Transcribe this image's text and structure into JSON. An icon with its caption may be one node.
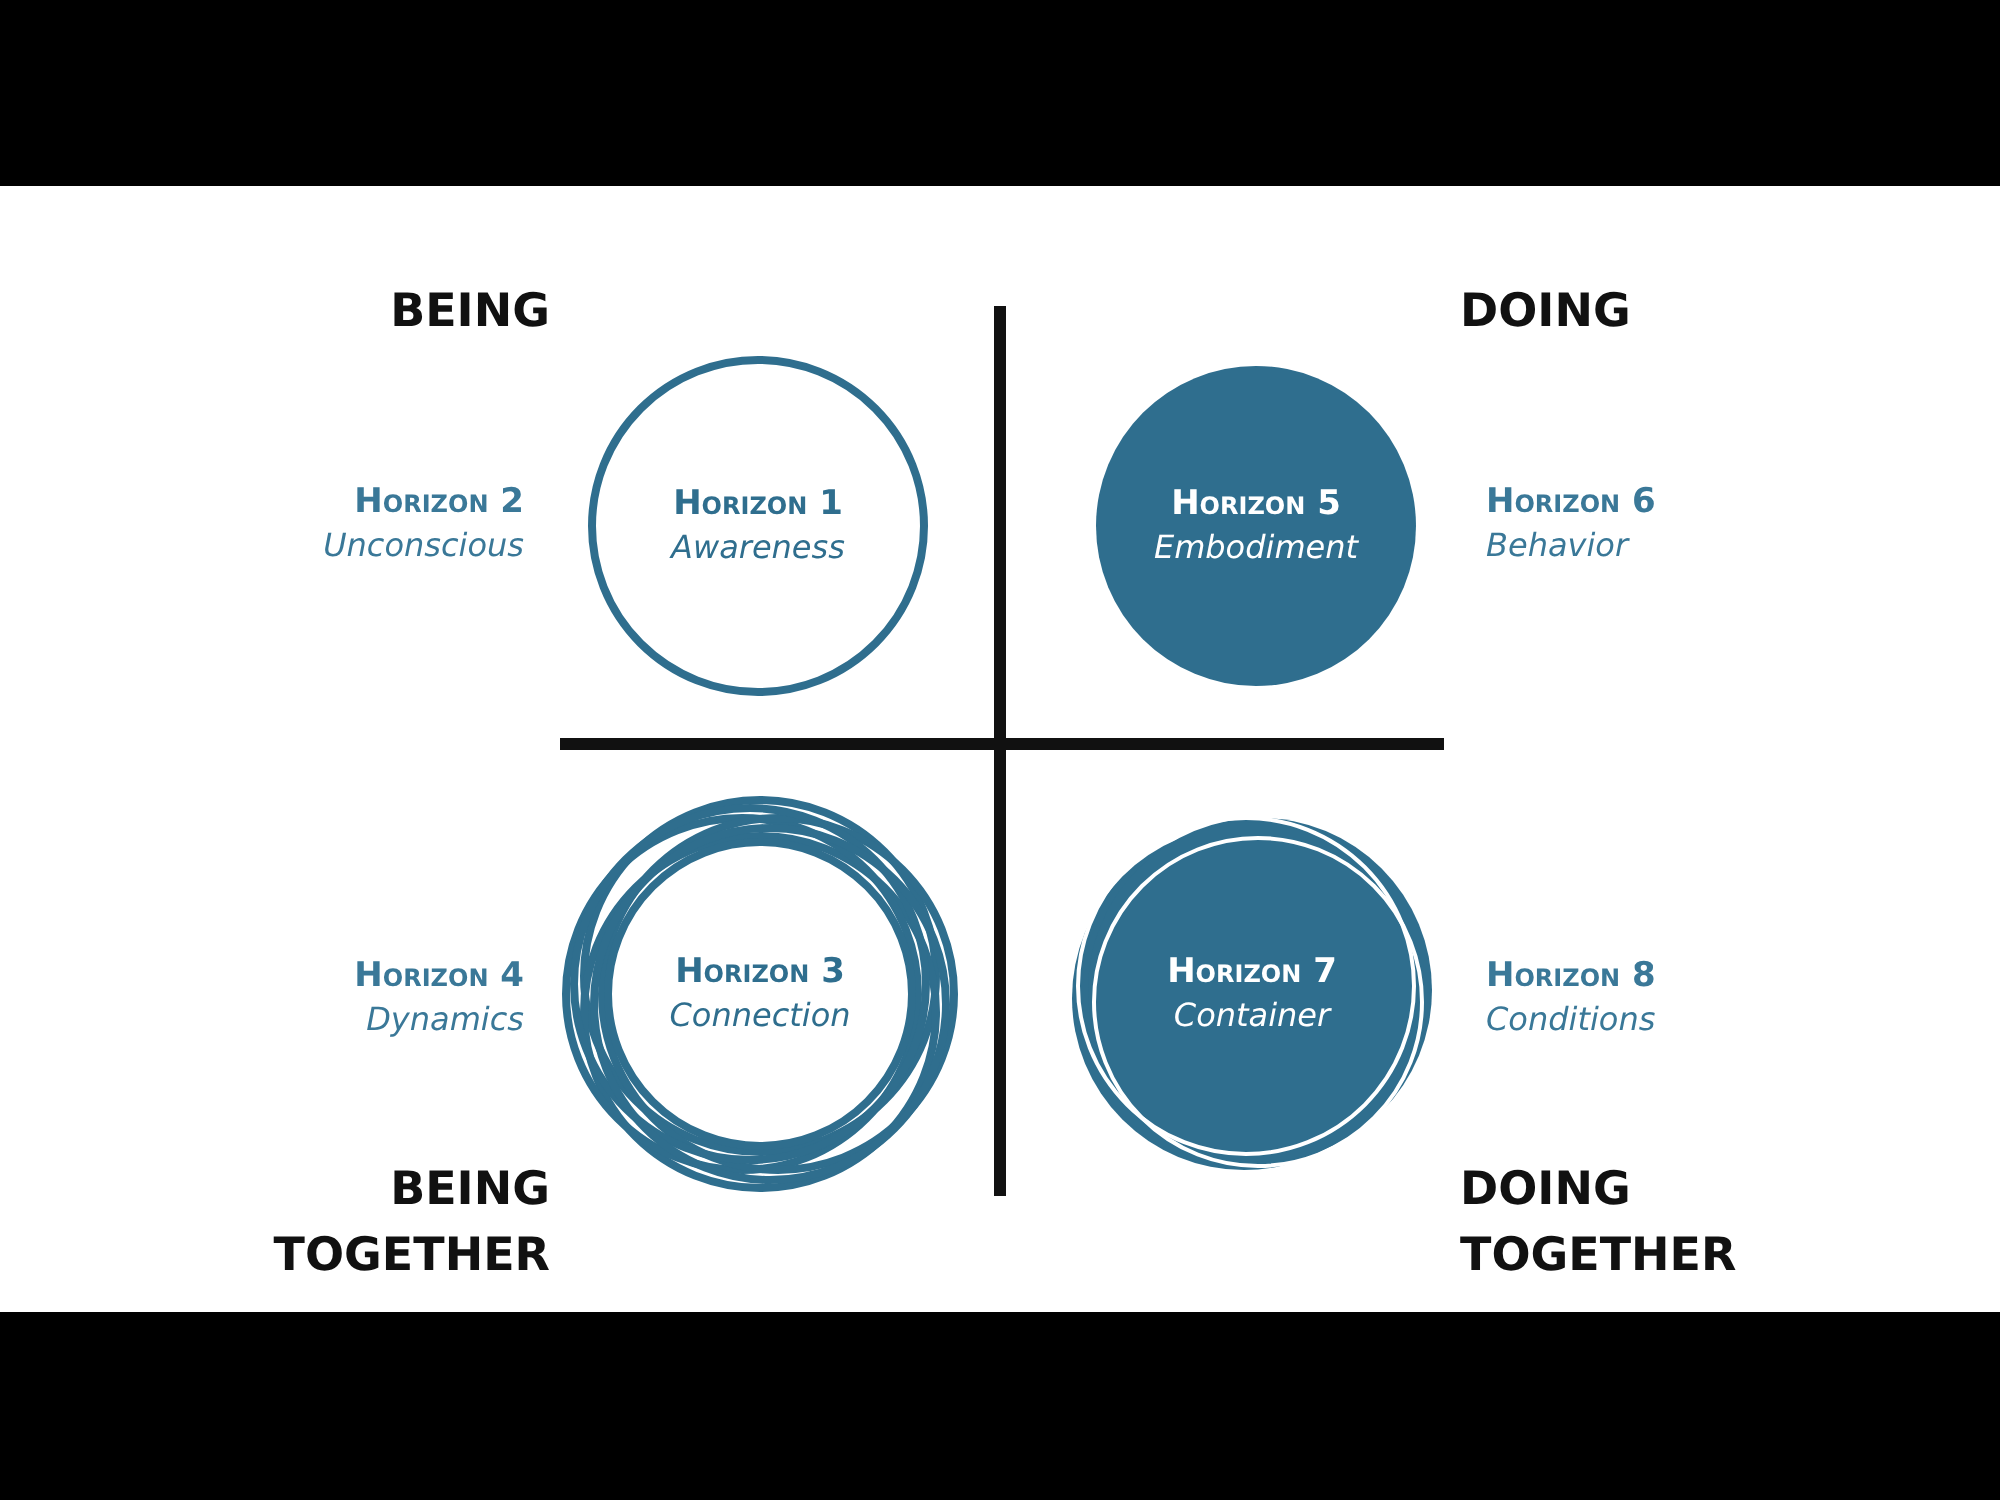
{
  "diagram": {
    "nodes": [
      {
        "text": [
          "Horizon 1",
          "Awareness"
        ]
      },
      {
        "text": [
          "Horizon 5",
          "Embodiment"
        ]
      },
      {
        "text": [
          "Horizon 3",
          "Connection"
        ]
      },
      {
        "text": [
          "Horizon 7",
          "Container"
        ]
      }
    ],
    "labels": [
      "BEING",
      "DOING",
      "Horizon 2",
      "Unconscious",
      "Horizon 6",
      "Behavior",
      "Horizon 4",
      "Dynamics",
      "Horizon 8",
      "Conditions",
      "BEING TOGETHER",
      "DOING TOGETHER"
    ]
  }
}
